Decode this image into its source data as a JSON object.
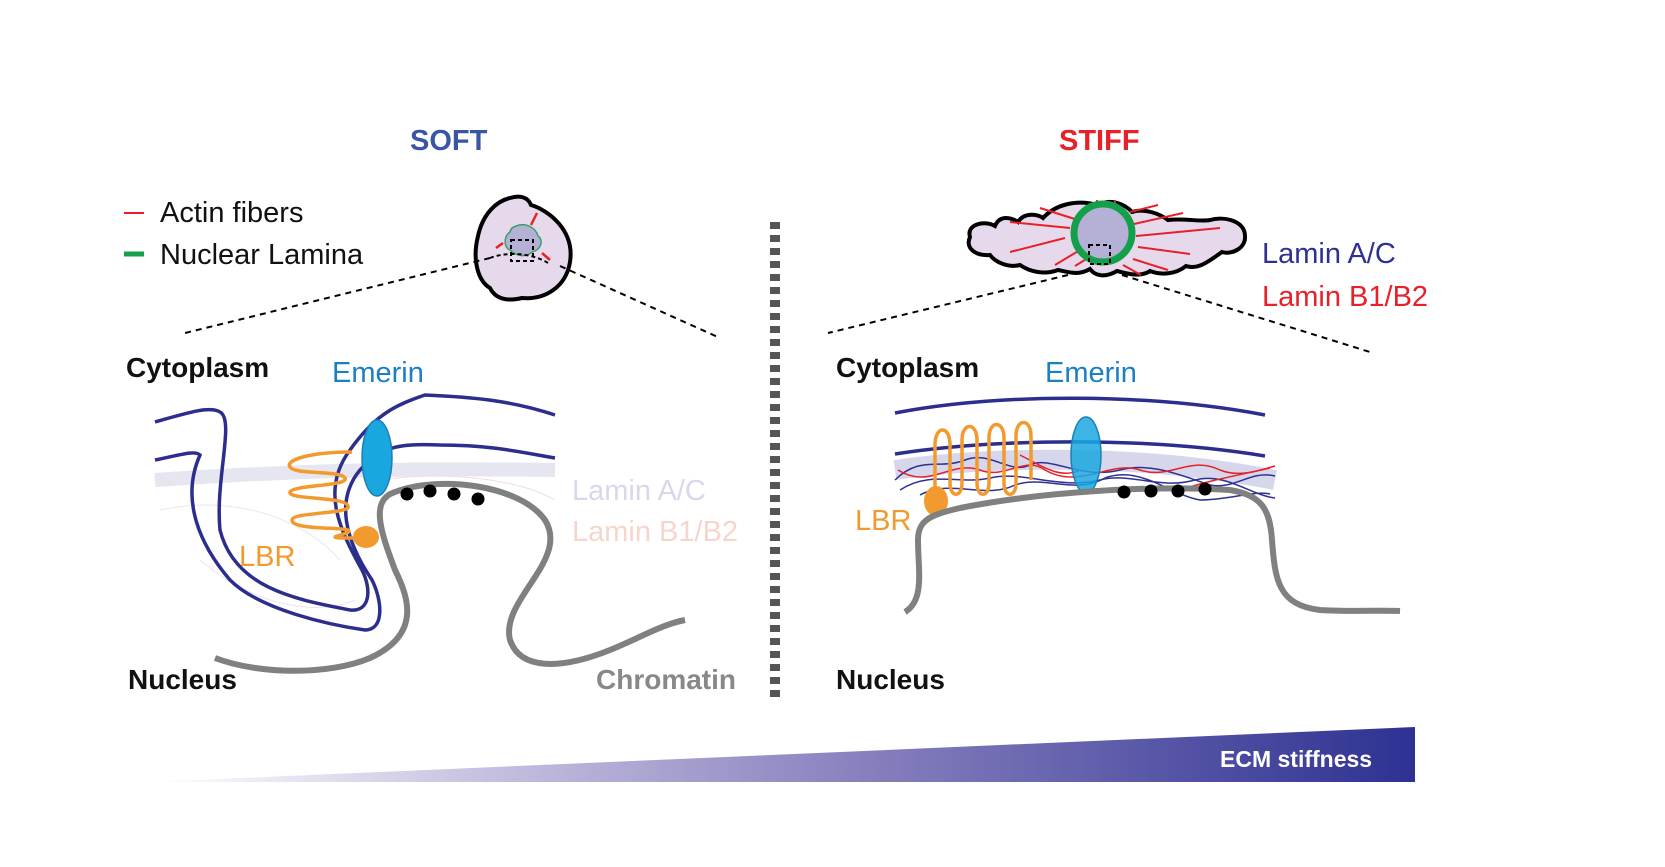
{
  "panels": {
    "soft": {
      "title": "SOFT",
      "cytoplasm": "Cytoplasm",
      "nucleus": "Nucleus",
      "emerin": "Emerin",
      "lbr": "LBR",
      "lamin_ac": "Lamin A/C",
      "lamin_b": "Lamin B1/B2",
      "chromatin": "Chromatin"
    },
    "stiff": {
      "title": "STIFF",
      "cytoplasm": "Cytoplasm",
      "nucleus": "Nucleus",
      "emerin": "Emerin",
      "lbr": "LBR",
      "lamin_ac": "Lamin A/C",
      "lamin_b": "Lamin B1/B2"
    }
  },
  "legend": {
    "items": [
      {
        "label": "Actin fibers",
        "color": "#e8202a"
      },
      {
        "label": "Nuclear Lamina",
        "color": "#14a04a"
      }
    ]
  },
  "gradient_bar": {
    "label": "ECM stiffness",
    "color_start": "#ffffff",
    "color_end": "#2e3192"
  },
  "colors": {
    "soft_title": "#3a55a4",
    "stiff_title": "#e8202a",
    "membrane": "#2b2e8c",
    "emerin": "#1aa7e0",
    "lbr": "#f29a2e",
    "chromatin": "#808080",
    "lamin_ac": "#2e3192",
    "lamin_b": "#e8202a",
    "lamin_ac_faded": "#d8d8ec",
    "lamin_b_faded": "#f6d6cc",
    "cell_fill": "#e7d9ec",
    "nucleus_fill": "#b4b0d6"
  }
}
